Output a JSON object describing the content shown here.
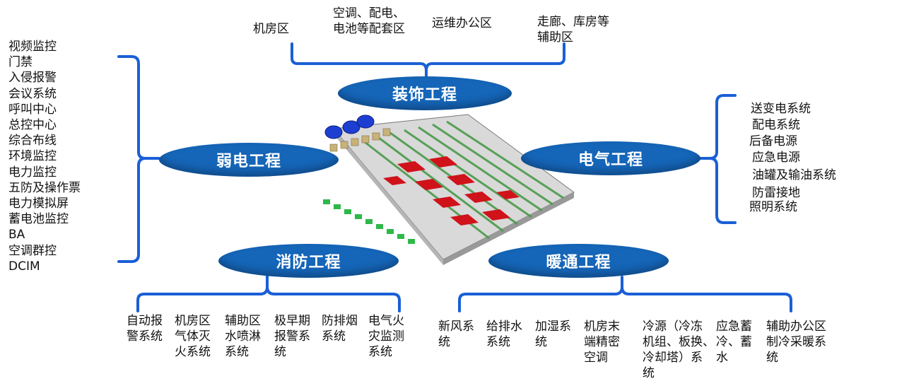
{
  "decoration": {
    "title": "装饰工程",
    "items": [
      [
        "机房区"
      ],
      [
        "空调、配电、",
        "电池等配套区"
      ],
      [
        "运维办公区"
      ],
      [
        "走廊、库房等",
        "辅助区"
      ]
    ]
  },
  "weak_current": {
    "title": "弱电工程",
    "items": [
      "视频监控",
      "门禁",
      "入侵报警",
      "会议系统",
      "呼叫中心",
      "总控中心",
      "综合布线",
      "环境监控",
      "电力监控",
      "五防及操作票",
      "电力模拟屏",
      "蓄电池监控",
      "BA",
      "空调群控",
      "DCIM"
    ]
  },
  "electrical": {
    "title": "电气工程",
    "items": [
      "送变电系统",
      "配电系统",
      "后备电源",
      "应急电源",
      "油罐及输油系统",
      "防雷接地",
      "照明系统"
    ]
  },
  "fire": {
    "title": "消防工程",
    "items": [
      [
        "自动报",
        "警系统"
      ],
      [
        "机房区",
        "气体灭",
        "火系统"
      ],
      [
        "辅助区",
        "水喷淋",
        "系统"
      ],
      [
        "极早期",
        "报警系",
        "统"
      ],
      [
        "防排烟",
        "系统"
      ],
      [
        "电气火",
        "灾监测",
        "系统"
      ]
    ]
  },
  "hvac": {
    "title": "暖通工程",
    "items": [
      [
        "新风系",
        "统"
      ],
      [
        "给排水",
        "系统"
      ],
      [
        "加湿系",
        "统"
      ],
      [
        "机房末",
        "端精密",
        "空调"
      ],
      [
        "冷源（冷冻",
        "机组、板换、",
        "冷却塔）系",
        "统"
      ],
      [
        "应急蓄",
        "冷、蓄",
        "水"
      ],
      [
        "辅助办公区",
        "制冷采暖系",
        "统"
      ]
    ]
  },
  "colors": {
    "accent": "#1565b8",
    "bracket": "#1a5fd6"
  }
}
